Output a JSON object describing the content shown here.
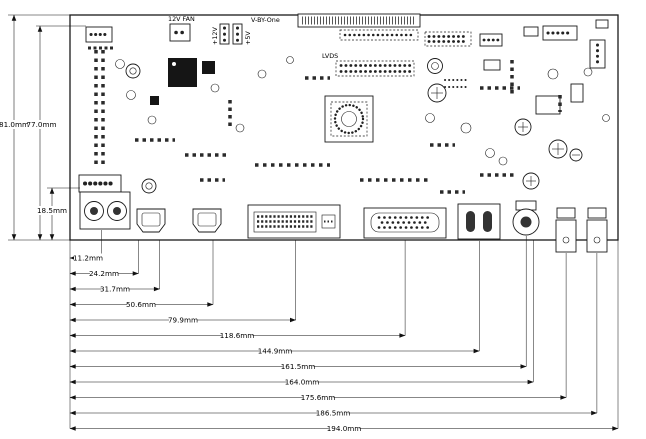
{
  "colors": {
    "line": "#1a1a1a",
    "background": "#ffffff"
  },
  "board": {
    "labels": {
      "fan": "12V FAN",
      "plus5v": "+5V",
      "plus12v": "+12V",
      "vbyone": "V-BY-One",
      "lvds": "LVDS"
    }
  },
  "dimensions": {
    "left": [
      {
        "label": "81.0mm"
      },
      {
        "label": "77.0mm"
      },
      {
        "label": "18.5mm"
      }
    ],
    "bottom": [
      {
        "label": "11.2mm"
      },
      {
        "label": "24.2mm"
      },
      {
        "label": "31.7mm"
      },
      {
        "label": "50.6mm"
      },
      {
        "label": "79.9mm"
      },
      {
        "label": "118.6mm"
      },
      {
        "label": "144.9mm"
      },
      {
        "label": "161.5mm"
      },
      {
        "label": "164.0mm"
      },
      {
        "label": "175.6mm"
      },
      {
        "label": "186.5mm"
      },
      {
        "label": "194.0mm"
      }
    ]
  }
}
